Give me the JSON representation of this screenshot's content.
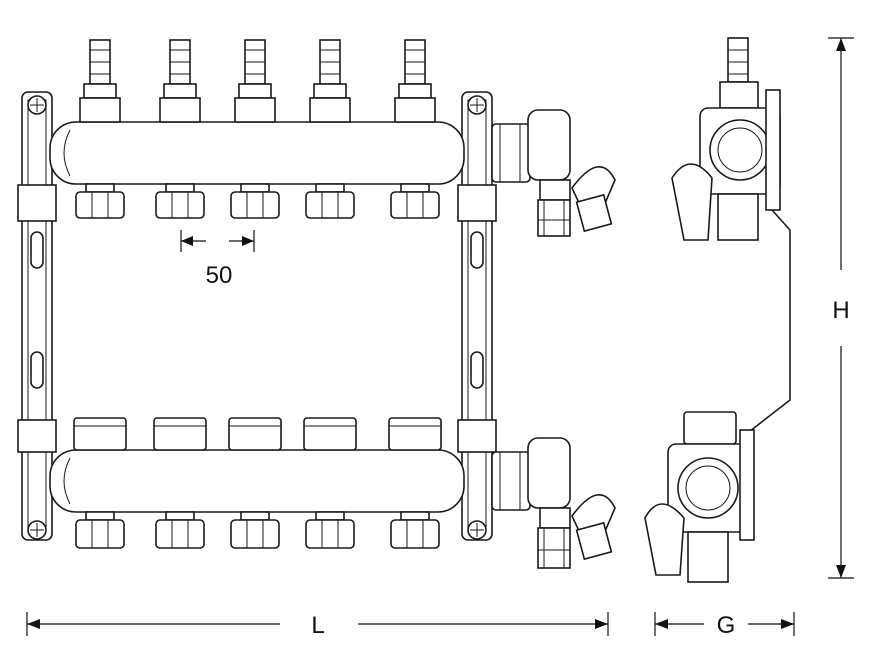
{
  "diagram": {
    "labels": {
      "pitch": "50",
      "length": "L",
      "height": "H",
      "depth": "G"
    },
    "circuits": 5,
    "colors": {
      "line": "#1a1a1a",
      "background": "#ffffff"
    }
  }
}
